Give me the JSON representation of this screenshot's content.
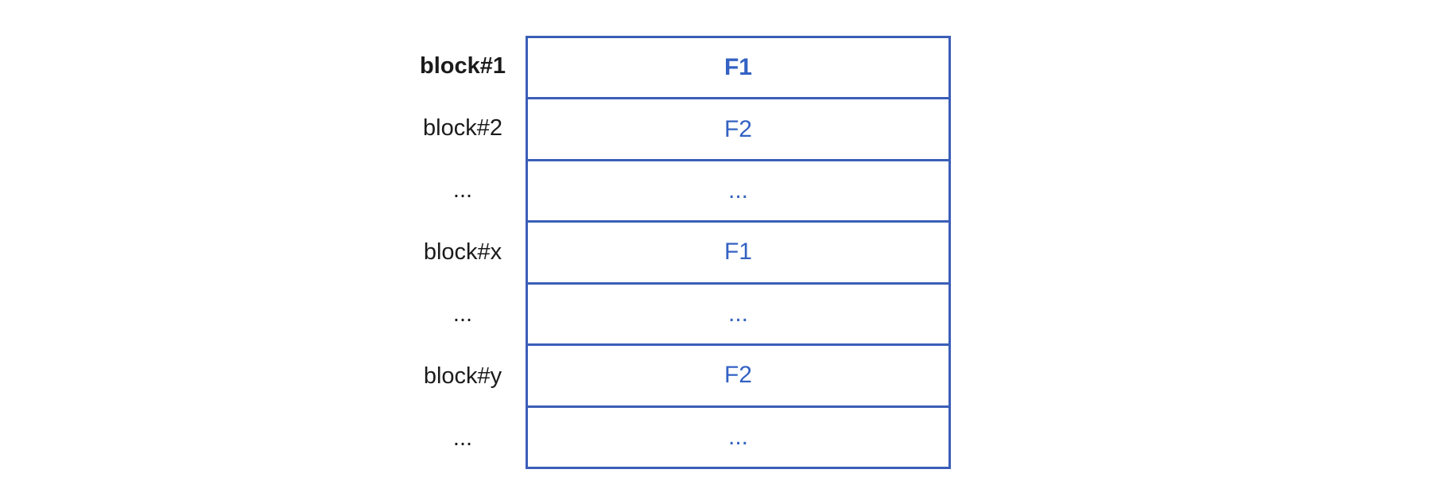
{
  "diagram": {
    "colors": {
      "border": "#3A5EB8",
      "cell_text": "#3462C3",
      "label_text": "#1b1b1b"
    },
    "rows": [
      {
        "label": "block#1",
        "cell": "F1",
        "emphasis": true
      },
      {
        "label": "block#2",
        "cell": "F2",
        "emphasis": false
      },
      {
        "label": "...",
        "cell": "...",
        "emphasis": false
      },
      {
        "label": "block#x",
        "cell": "F1",
        "emphasis": false
      },
      {
        "label": "...",
        "cell": "...",
        "emphasis": false
      },
      {
        "label": "block#y",
        "cell": "F2",
        "emphasis": false
      },
      {
        "label": "...",
        "cell": "...",
        "emphasis": false
      }
    ]
  }
}
